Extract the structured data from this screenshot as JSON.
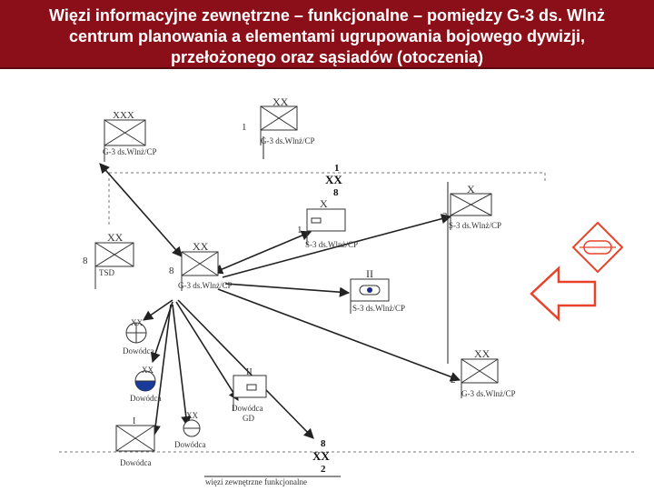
{
  "title": {
    "line1": "Więzi informacyjne zewnętrzne – funkcjonalne – pomiędzy G-3 ds. Wlnż",
    "line2": "centrum planowania a elementami ugrupowania bojowego dywizji,",
    "line3": "przełożonego oraz sąsiadów (otoczenia)"
  },
  "diagram": {
    "corps_echelon": "XXX",
    "corps_label": "G-3 ds.Wlnż/CP",
    "upper_div_echelon": "XX",
    "upper_div_number": "1",
    "upper_div_label": "G-3 ds.Wlnż/CP",
    "boundary_top_number": "1",
    "boundary_top_echelon": "XX",
    "boundary_top_unit": "8",
    "brigade1_echelon": "X",
    "brigade1_number": "1",
    "brigade1_label": "S-3 ds.Wlnż/CP",
    "brigade3_echelon": "X",
    "brigade3_number": "3",
    "brigade3_label": "S-3 ds.Wlnż/CP",
    "tsd_echelon": "XX",
    "tsd_number": "8",
    "tsd_label": "TSD",
    "main_echelon": "XX",
    "main_number": "8",
    "main_label": "G-3 ds.Wlnż/CP",
    "battalion_echelon": "II",
    "battalion_label": "S-3 ds.Wlnż/CP",
    "cmdr1_echelon": "XX",
    "cmdr1_label": "Dowódca",
    "cmdr2_echelon": "XX",
    "cmdr2_label": "Dowódca",
    "cmdr_gd_echelon": "II",
    "cmdr_gd_label": "Dowódca",
    "cmdr_gd_sub": "GD",
    "cmdr3_echelon": "XX",
    "cmdr3_label": "Dowódca",
    "cmdr4_echelon": "I",
    "cmdr4_label": "Dowódca",
    "lower_div_echelon": "XX",
    "lower_div_number": "2",
    "lower_div_label": "G-3 ds.Wlnż/CP",
    "boundary_bottom_unit": "8",
    "boundary_bottom_echelon": "XX",
    "boundary_bottom_number": "2",
    "legend_label": "więzi zewnętrzne funkcjonalne"
  },
  "colors": {
    "title_bg": "#8b0f18",
    "arrow_stroke": "#e8422a",
    "line": "#222222",
    "dashed": "#777777"
  }
}
